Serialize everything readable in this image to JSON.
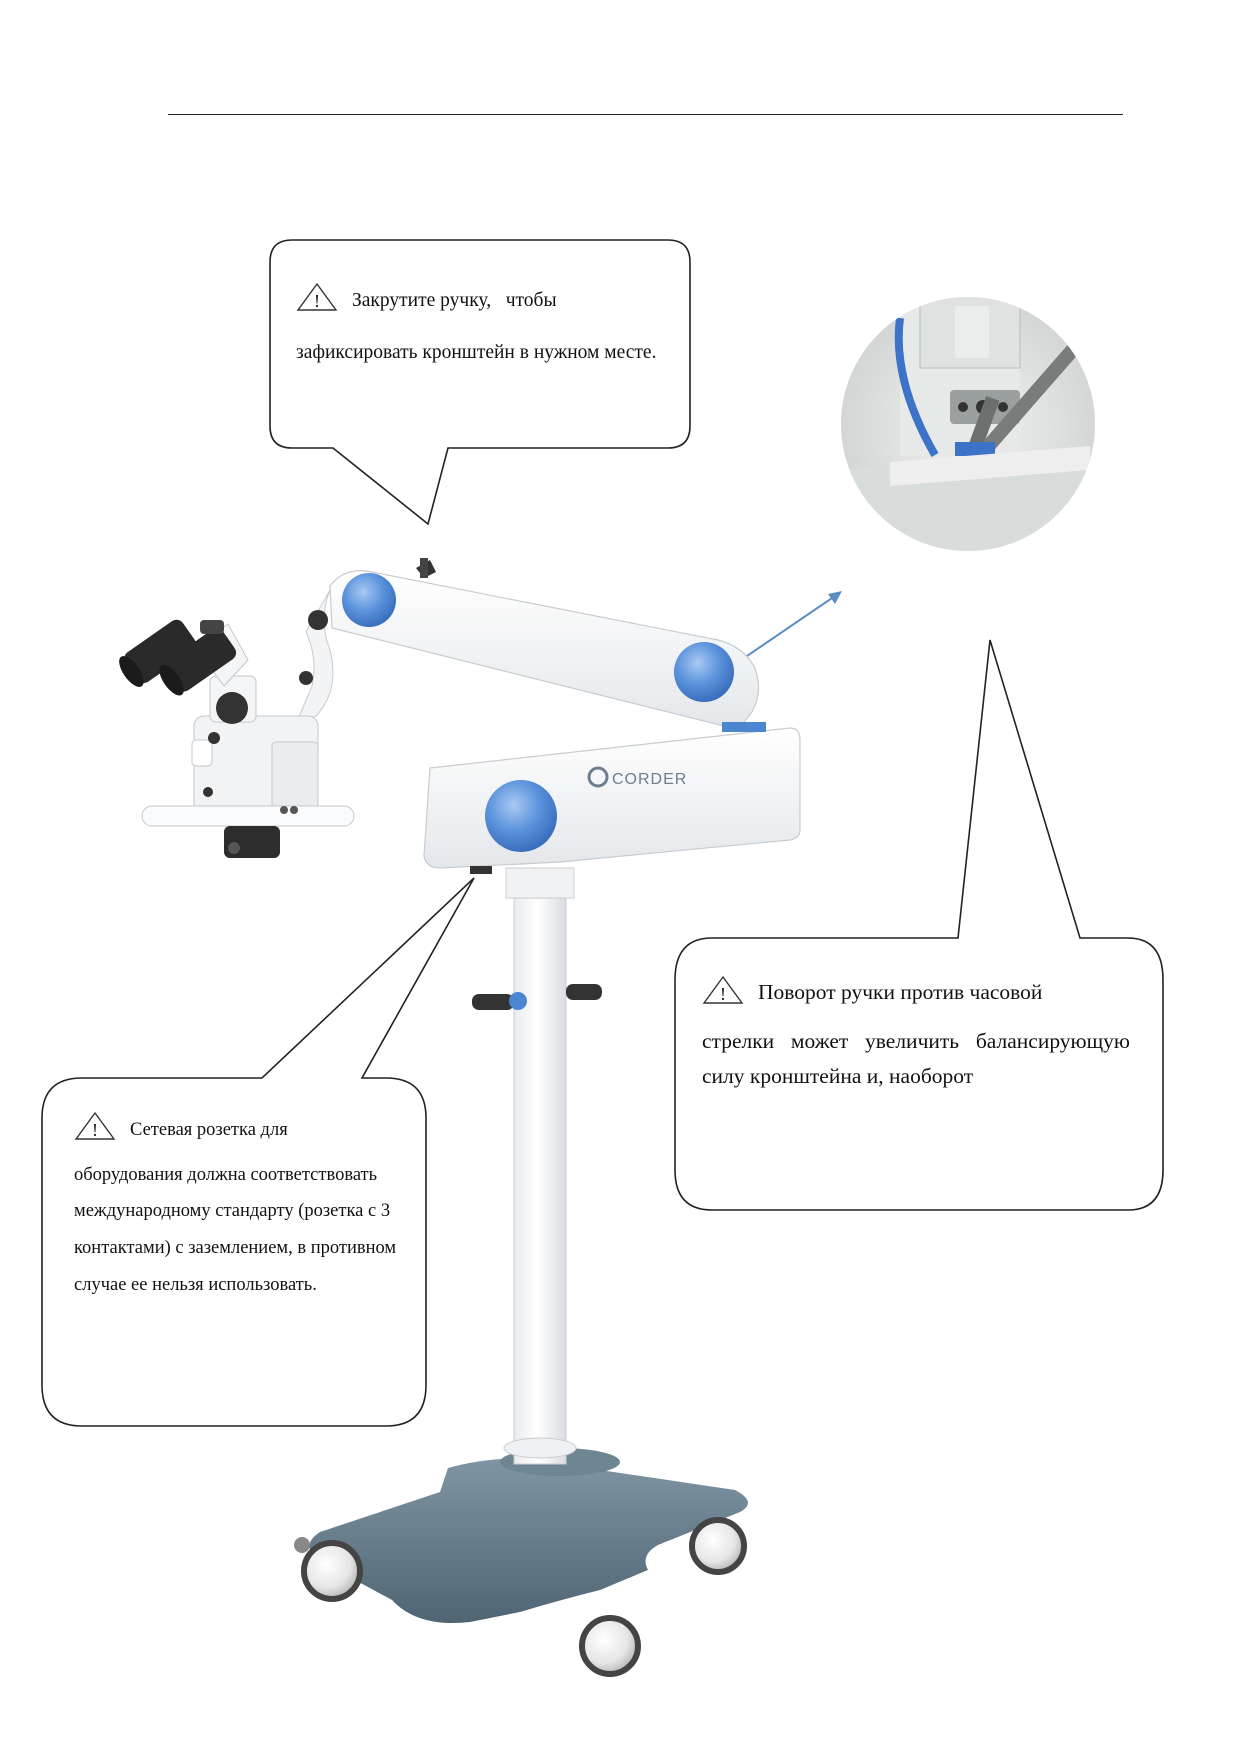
{
  "brand": {
    "logo_text": "CORDER"
  },
  "callouts": {
    "lock_knob": {
      "line1": "Закрутите ручку,   чтобы",
      "rest": "зафиксировать кронштейн в нужном месте."
    },
    "balance_knob": {
      "line1": "Поворот ручки против часовой",
      "rest": "стрелки может увеличить балансирующую силу кронштейна и, наоборот"
    },
    "power_socket": {
      "line1": "Сетевая розетка для",
      "rest": "оборудования должна соответствовать международному стандарту (розетка с 3 контактами) с заземлением, в противном случае ее нельзя использовать."
    }
  },
  "icons": [
    "warning-icon",
    "warning-icon",
    "warning-icon"
  ],
  "colors": {
    "accent_blue": "#4c86d0",
    "base_gray": "#5f7585",
    "arrow_blue": "#5b8dc4"
  }
}
